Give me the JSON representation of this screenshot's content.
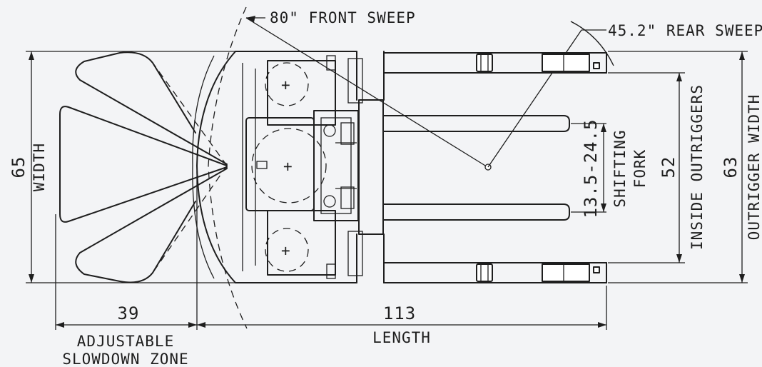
{
  "labels": {
    "front_sweep": "80\" FRONT SWEEP",
    "rear_sweep": "45.2\" REAR SWEEP",
    "width_value": "65",
    "width_label": "WIDTH",
    "slowdown_value": "39",
    "slowdown_line1": "ADJUSTABLE",
    "slowdown_line2": "SLOWDOWN ZONE",
    "length_value": "113",
    "length_label": "LENGTH",
    "shifting_value": "13.5-24.5",
    "shifting_line1": "SHIFTING",
    "shifting_line2": "FORK",
    "inside_value": "52",
    "inside_label": "INSIDE OUTRIGGERS",
    "outrigger_value": "63",
    "outrigger_label": "OUTRIGGER WIDTH"
  }
}
